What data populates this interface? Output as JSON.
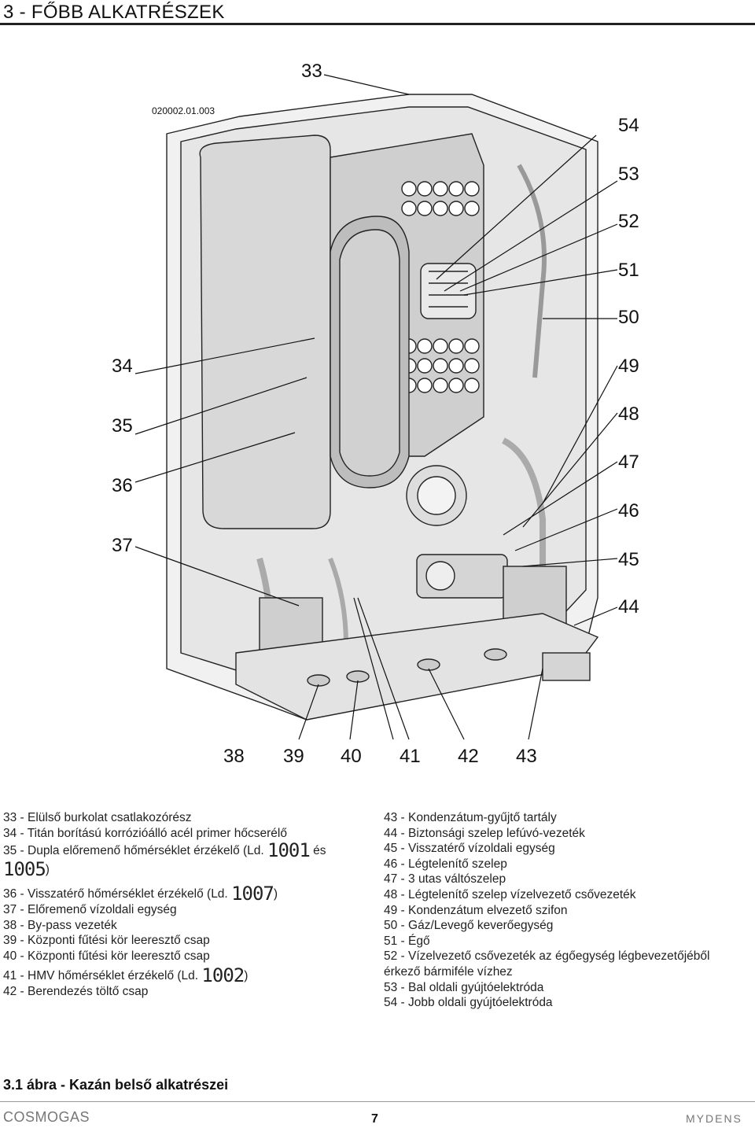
{
  "header": {
    "title": "3 - FŐBB ALKATRÉSZEK"
  },
  "figure": {
    "code": "020002.01.003",
    "labels_top": [
      "33"
    ],
    "labels_right": [
      "54",
      "53",
      "52",
      "51",
      "50",
      "49",
      "48",
      "47",
      "46",
      "45",
      "44"
    ],
    "labels_left": [
      "34",
      "35",
      "36",
      "37"
    ],
    "labels_bottom": [
      "38",
      "39",
      "40",
      "41",
      "42",
      "43"
    ]
  },
  "legend_left": {
    "l33": "33 - Elülső burkolat csatlakozórész",
    "l34": "34 - Titán borítású korrózióálló acél primer hőcserélő",
    "l35a": "35 - Dupla előremenő hőmérséklet érzékelő (Ld.",
    "l35_code1": "1001",
    "l35_and": "és",
    "l35_code2": "1005",
    "l35_close": ")",
    "l36a": "36 - Visszatérő hőmérséklet érzékelő (Ld.",
    "l36_code": "1007",
    "l36_close": ")",
    "l37": "37 - Előremenő vízoldali egység",
    "l38": "38 - By-pass vezeték",
    "l39": "39 - Központi fűtési kör leeresztő csap",
    "l40": "40 - Központi fűtési kör leeresztő csap",
    "l41a": "41 - HMV hőmérséklet érzékelő (Ld.",
    "l41_code": "1002",
    "l41_close": ")",
    "l42": "42 - Berendezés töltő csap"
  },
  "legend_right": [
    "43 - Kondenzátum-gyűjtő tartály",
    "44 - Biztonsági szelep lefúvó-vezeték",
    "45 - Visszatérő vízoldali egység",
    "46 - Légtelenítő szelep",
    "47 - 3 utas váltószelep",
    "48 - Légtelenítő szelep vízelvezető csővezeték",
    "49 - Kondenzátum elvezető szifon",
    "50 - Gáz/Levegő keverőegység",
    "51 - Égő",
    "52 - Vízelvezető csővezeték az égőegység légbevezetőjéből",
    "érkező bármiféle vízhez",
    "53 - Bal oldali gyújtóelektróda",
    "54 - Jobb oldali gyújtóelektróda"
  ],
  "caption": "3.1 ábra - Kazán belső alkatrészei",
  "footer": {
    "brand_left": "COSMOGAS",
    "page": "7",
    "brand_right": "MYDENS"
  }
}
